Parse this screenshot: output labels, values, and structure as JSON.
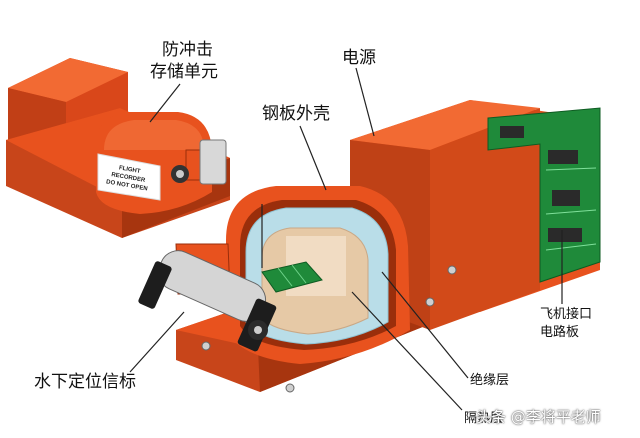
{
  "labels": {
    "crash_memory_unit": [
      "防冲击",
      "存储单元"
    ],
    "power_supply": "电源",
    "steel_shell": "钢板外壳",
    "aircraft_interface_board": [
      "飞机接口",
      "电路板"
    ],
    "underwater_locator_beacon": "水下定位信标",
    "insulation_layer": "绝缘层",
    "thermal_layer": "隔热层"
  },
  "device_markings": {
    "line1": "FLIGHT",
    "line2": "RECORDER",
    "line3": "DO NOT OPEN"
  },
  "watermark": "头条 @李将平老师",
  "colors": {
    "orange": "#e8521e",
    "orange_dark": "#b83a12",
    "orange_light": "#f26a33",
    "circuit_green": "#1f8a3a",
    "insulation_blue": "#b9dde8",
    "thermal_tan": "#e6c9a6"
  }
}
